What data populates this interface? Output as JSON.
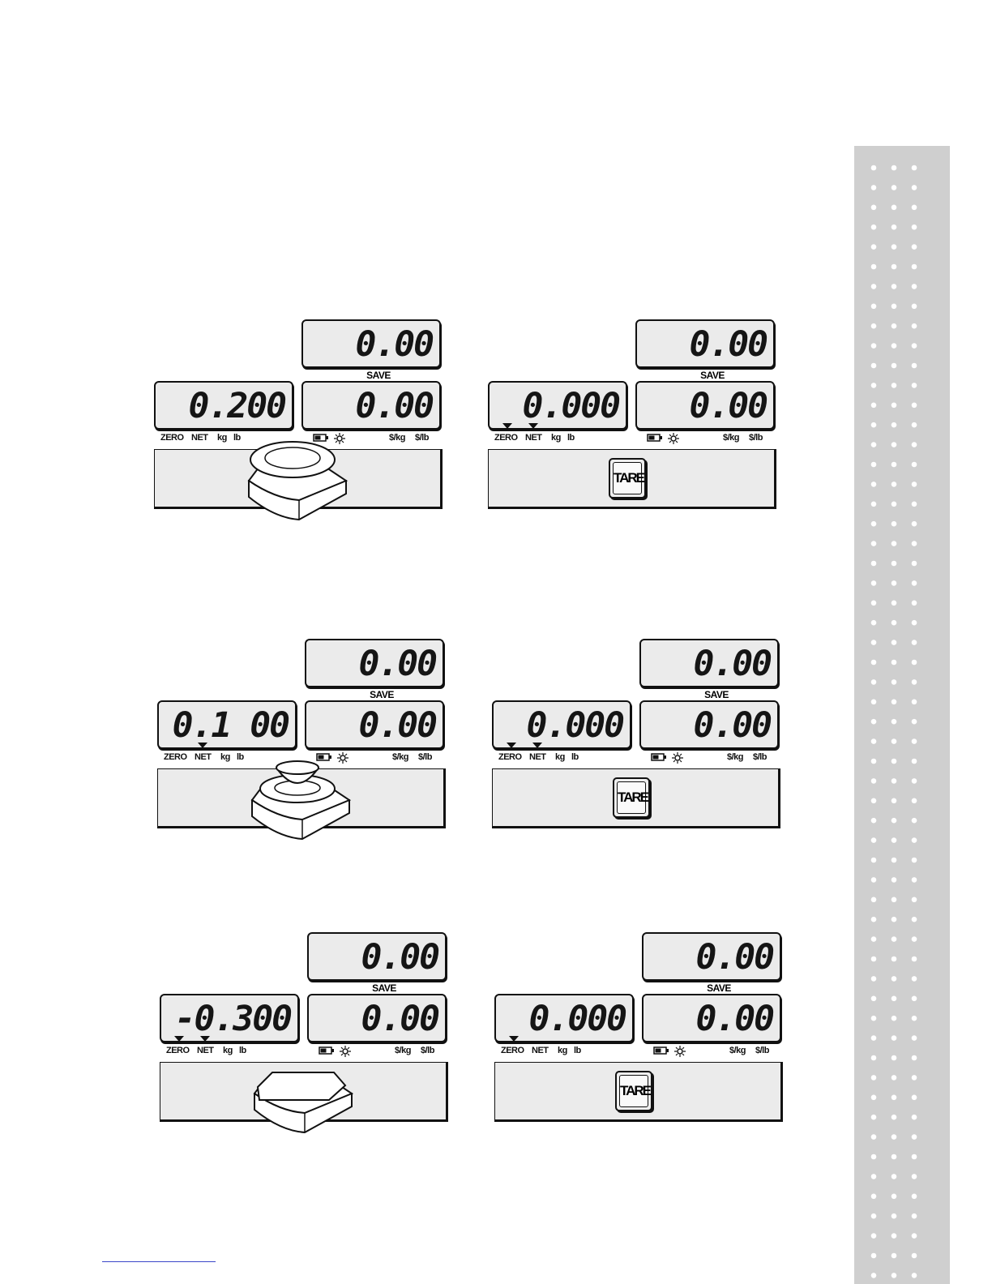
{
  "panels": [
    {
      "price": "0.00",
      "unit": "0.00",
      "weight": "0.200",
      "save_label": "SAVE",
      "arrows": [],
      "action": "scale-plate-icon",
      "labels": {
        "zero": "ZERO",
        "net": "NET",
        "kg": "kg",
        "lb": "lb",
        "per_kg": "$/kg",
        "per_lb": "$/lb"
      }
    },
    {
      "price": "0.00",
      "unit": "0.00",
      "weight": "0.000",
      "save_label": "SAVE",
      "arrows": [
        "zero",
        "net"
      ],
      "action": "tare-key",
      "tare_label": "TARE",
      "labels": {
        "zero": "ZERO",
        "net": "NET",
        "kg": "kg",
        "lb": "lb",
        "per_kg": "$/kg",
        "per_lb": "$/lb"
      }
    },
    {
      "price": "0.00",
      "unit": "0.00",
      "weight": "0.1 00",
      "save_label": "SAVE",
      "arrows": [
        "net"
      ],
      "action": "scale-bowl-icon",
      "labels": {
        "zero": "ZERO",
        "net": "NET",
        "kg": "kg",
        "lb": "lb",
        "per_kg": "$/kg",
        "per_lb": "$/lb"
      }
    },
    {
      "price": "0.00",
      "unit": "0.00",
      "weight": "0.000",
      "save_label": "SAVE",
      "arrows": [
        "zero",
        "net"
      ],
      "action": "tare-key",
      "tare_label": "TARE",
      "labels": {
        "zero": "ZERO",
        "net": "NET",
        "kg": "kg",
        "lb": "lb",
        "per_kg": "$/kg",
        "per_lb": "$/lb"
      }
    },
    {
      "price": "0.00",
      "unit": "0.00",
      "weight": "-0.300",
      "save_label": "SAVE",
      "arrows": [
        "zero",
        "net"
      ],
      "action": "scale-empty-icon",
      "labels": {
        "zero": "ZERO",
        "net": "NET",
        "kg": "kg",
        "lb": "lb",
        "per_kg": "$/kg",
        "per_lb": "$/lb"
      }
    },
    {
      "price": "0.00",
      "unit": "0.00",
      "weight": "0.000",
      "save_label": "SAVE",
      "arrows": [
        "zero"
      ],
      "action": "tare-key",
      "tare_label": "TARE",
      "labels": {
        "zero": "ZERO",
        "net": "NET",
        "kg": "kg",
        "lb": "lb",
        "per_kg": "$/kg",
        "per_lb": "$/lb"
      }
    }
  ],
  "colors": {
    "lcd_bg": "#ebebeb",
    "strip": "#cfcfcf",
    "link_line": "#3b47c9"
  }
}
